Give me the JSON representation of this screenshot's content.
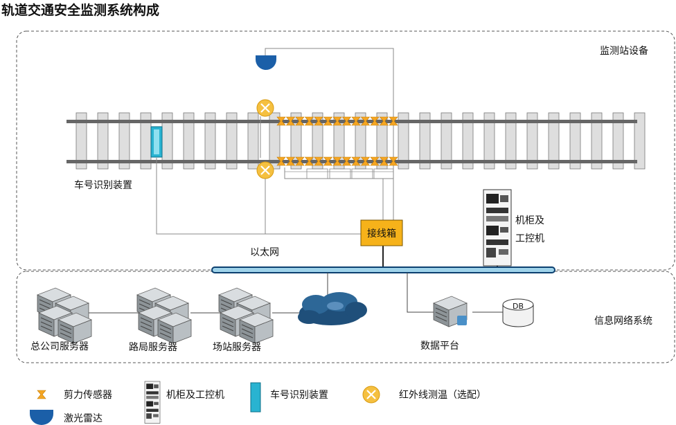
{
  "title": "轨道交通安全监测系统构成",
  "top_region": {
    "label": "监测站设备"
  },
  "bottom_region": {
    "label": "信息网络系统"
  },
  "components": {
    "car_id_device": "车号识别装置",
    "cabinet_line1": "机柜及",
    "cabinet_line2": "工控机",
    "junction_box": "接线箱",
    "ethernet": "以太网",
    "db": "DB"
  },
  "servers": {
    "hq": "总公司服务器",
    "bureau": "路局服务器",
    "station": "场站服务器",
    "data_platform": "数据平台"
  },
  "legend": {
    "shear_sensor": "剪力传感器",
    "cabinet": "机柜及工控机",
    "car_id": "车号识别装置",
    "infrared": "红外线测温（选配）",
    "laser_radar": "激光雷达"
  },
  "colors": {
    "sensor_orange": "#f5a623",
    "junction_box": "#f6b21a",
    "radar_blue": "#1b5fa8",
    "ethernet_bar": "#9fd3ea",
    "car_id_teal": "#29b3d1",
    "cloud": "#1f4f7a"
  }
}
